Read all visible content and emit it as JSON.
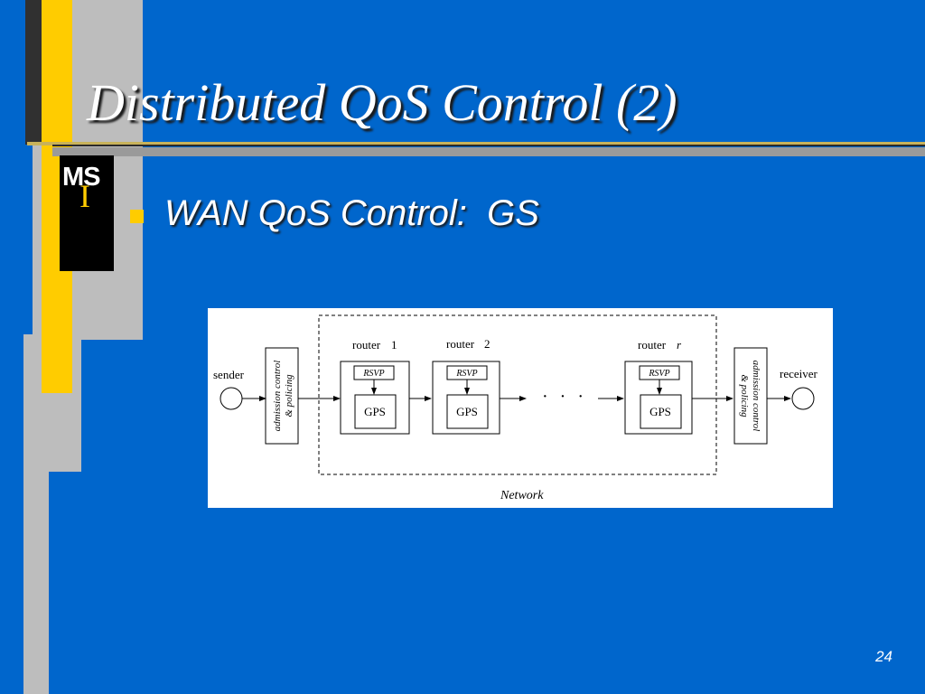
{
  "slide": {
    "title": "Distributed QoS Control (2)",
    "logo": {
      "letters": "MS",
      "accent": "I"
    },
    "bullet": "WAN QoS Control:  GS",
    "page_number": "24",
    "colors": {
      "background": "#0066cc",
      "accent": "#ffcc00",
      "text": "#ffffff"
    }
  },
  "diagram": {
    "sender_label": "sender",
    "receiver_label": "receiver",
    "admission_left": [
      "admission control",
      "& policing"
    ],
    "admission_right": [
      "admission control",
      "& policing"
    ],
    "routers": [
      {
        "name": "router",
        "index": "1",
        "rsvp": "RSVP",
        "gps": "GPS"
      },
      {
        "name": "router",
        "index": "2",
        "rsvp": "RSVP",
        "gps": "GPS"
      },
      {
        "name": "router",
        "index": "r",
        "rsvp": "RSVP",
        "gps": "GPS"
      }
    ],
    "ellipsis": "· · ·",
    "network_label": "Network"
  }
}
